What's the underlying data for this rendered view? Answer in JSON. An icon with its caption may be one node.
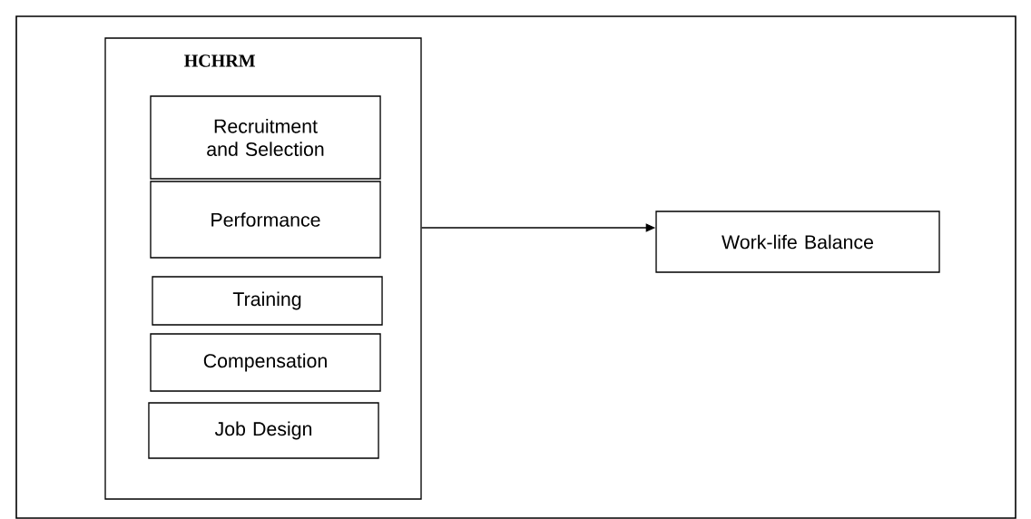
{
  "diagram": {
    "nodes": [
      {
        "text": [
          "HCHRM"
        ]
      },
      {
        "text": [
          "Recruitment and Selection"
        ],
        "in": 0
      },
      {
        "text": [
          "Performance"
        ],
        "in": 0
      },
      {
        "text": [
          "Training"
        ],
        "in": 0
      },
      {
        "text": [
          "Compensation"
        ],
        "in": 0
      },
      {
        "text": [
          "Job Design"
        ],
        "in": 0
      },
      {
        "text": [
          "Work-life Balance"
        ]
      }
    ],
    "edges": [
      {
        "from": 0,
        "to": 6,
        "arrow": "to"
      }
    ]
  }
}
